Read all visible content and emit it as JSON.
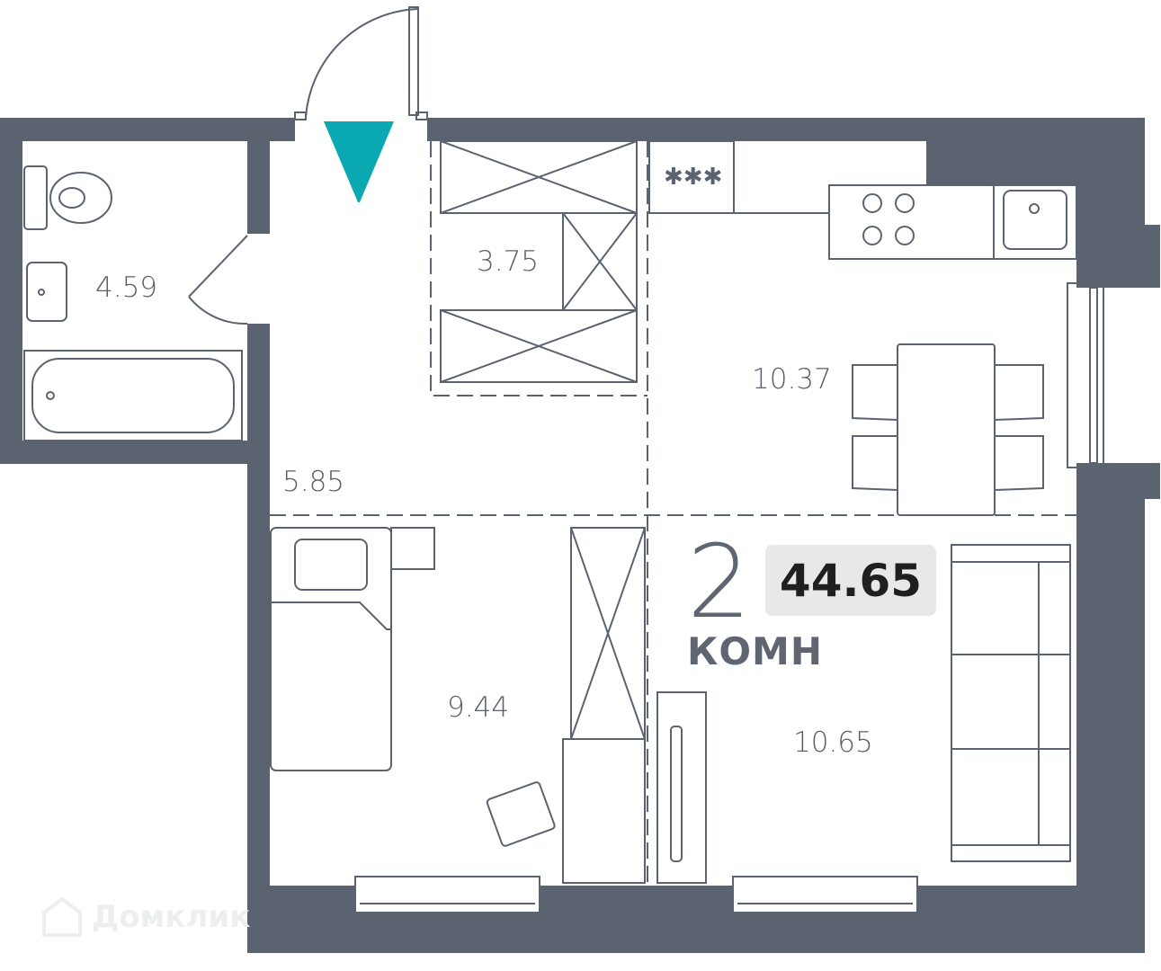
{
  "plan": {
    "rooms_count": "2",
    "rooms_label": "КОМН",
    "total_area": "44.65",
    "rooms": [
      {
        "name": "bathroom",
        "area": "4.59"
      },
      {
        "name": "wardrobe",
        "area": "3.75"
      },
      {
        "name": "hallway",
        "area": "5.85"
      },
      {
        "name": "kitchen",
        "area": "10.37"
      },
      {
        "name": "bedroom",
        "area": "9.44"
      },
      {
        "name": "living-room",
        "area": "10.65"
      }
    ],
    "watermark": "Домклик",
    "colors": {
      "wall": "#5c6370",
      "entrance": "#0aa8b0",
      "line": "#5c6370",
      "badge": "#e7e8ea"
    }
  }
}
